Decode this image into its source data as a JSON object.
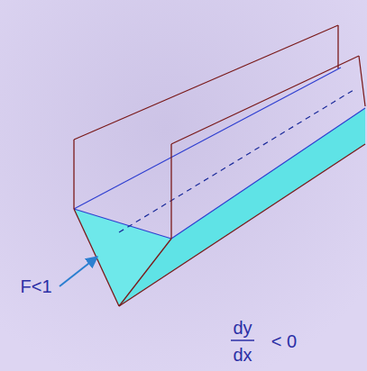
{
  "diagram": {
    "labels": [
      "F<1",
      "dy",
      "dx",
      "< 0"
    ]
  }
}
